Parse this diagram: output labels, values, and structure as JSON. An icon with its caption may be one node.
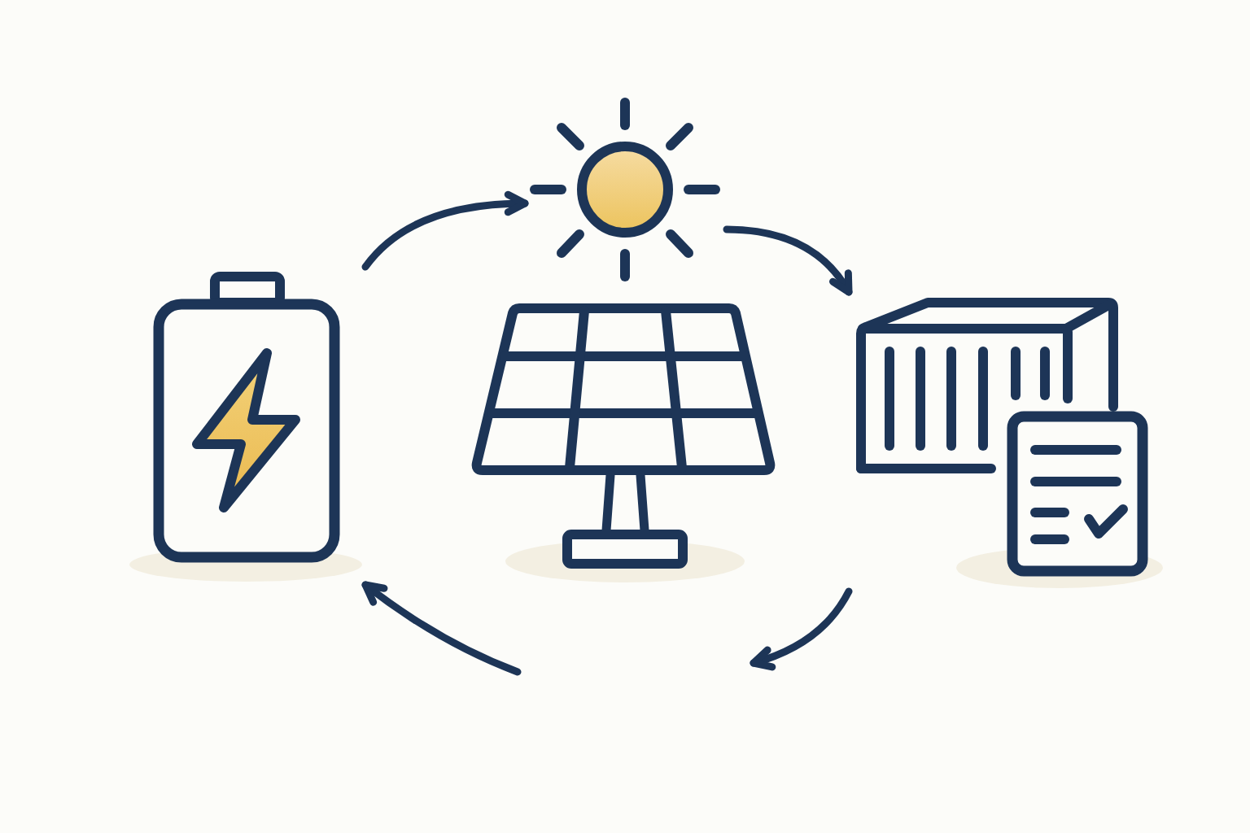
{
  "diagram": {
    "nodes": [
      {
        "text": [],
        "shape": "picture"
      },
      {
        "text": [],
        "shape": "picture"
      },
      {
        "text": [],
        "shape": "picture"
      },
      {
        "text": [],
        "shape": "picture"
      }
    ],
    "edges": [
      {
        "from": 0,
        "to": 1,
        "arrow": "to"
      },
      {
        "from": 1,
        "to": 3,
        "arrow": "to"
      },
      {
        "from": 3,
        "to": null,
        "arrow": "to"
      },
      {
        "from": null,
        "to": 0,
        "arrow": "to"
      }
    ]
  }
}
